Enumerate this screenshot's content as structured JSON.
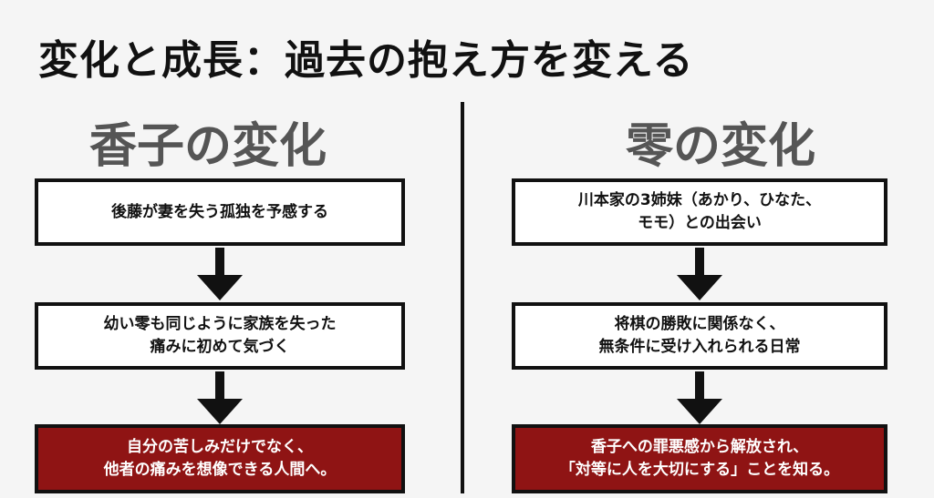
{
  "title": "変化と成長：過去の抱え方を変える",
  "left": {
    "heading": "香子の変化",
    "box1": "後藤が妻を失う孤独を予感する",
    "box2": "幼い零も同じように家族を失った\n痛みに初めて気づく",
    "box3": "自分の苦しみだけでなく、\n他者の痛みを想像できる人間へ。"
  },
  "right": {
    "heading": "零の変化",
    "box1": "川本家の3姉妹（あかり、ひなた、\nモモ）との出会い",
    "box2": "将棋の勝敗に関係なく、\n無条件に受け入れられる日常",
    "box3": "香子への罪悪感から解放され、\n「対等に人を大切にする」ことを知る。"
  },
  "colors": {
    "accent": "#8f1414",
    "text": "#111111",
    "heading": "#555555",
    "background": "#f5f5f5"
  }
}
